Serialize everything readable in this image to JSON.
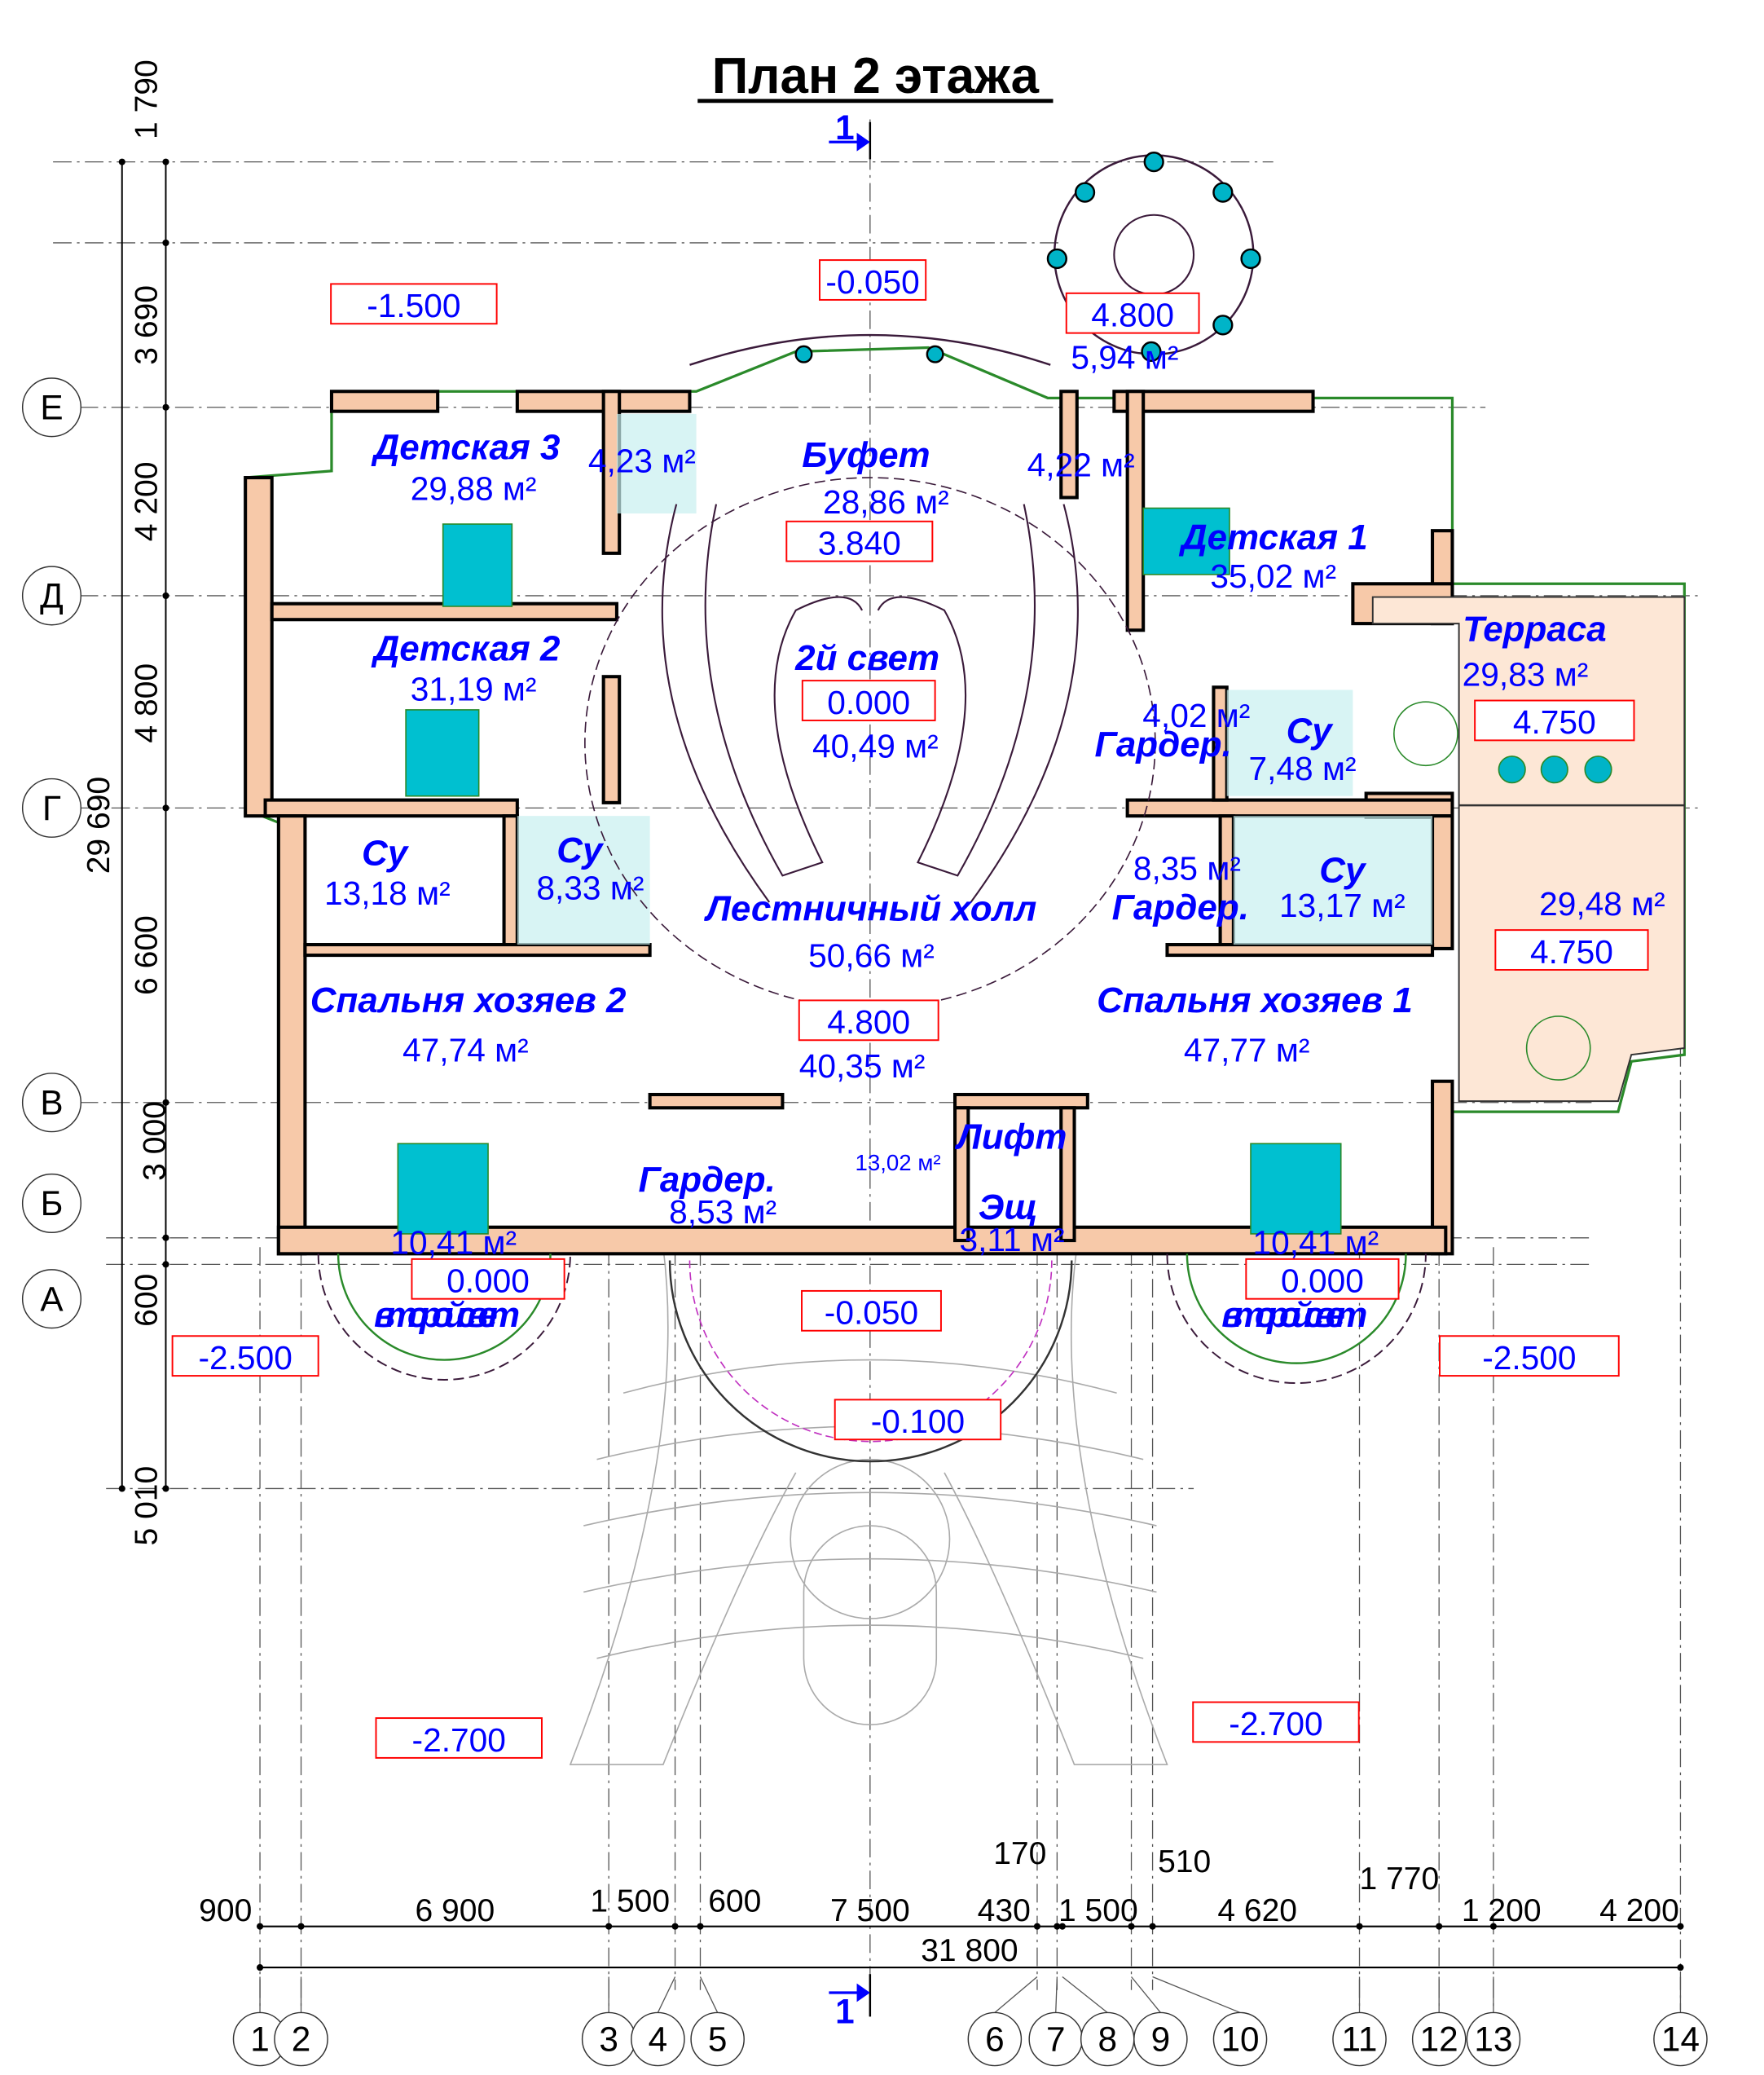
{
  "title": "План 2 этажа",
  "section_mark": "1",
  "axes_letters": [
    "Е",
    "Д",
    "Г",
    "В",
    "Б",
    "А"
  ],
  "axes_numbers": [
    "1",
    "2",
    "3",
    "4",
    "5",
    "6",
    "7",
    "8",
    "9",
    "10",
    "11",
    "12",
    "13",
    "14"
  ],
  "dims_bottom": [
    "900",
    "6 900",
    "1 500",
    "600",
    "7 500",
    "430",
    "170",
    "1 500",
    "510",
    "4 620",
    "1 770",
    "1 200",
    "4 200"
  ],
  "dim_total_bottom": "31 800",
  "dims_left": [
    "1 790",
    "3 690",
    "4 200",
    "4 800",
    "6 600",
    "3 000",
    "600",
    "5 010"
  ],
  "dim_total_left": "29 690",
  "rooms": [
    {
      "name": "Детская 3",
      "area": "29,88 м²"
    },
    {
      "name": "",
      "area": "4,23 м²"
    },
    {
      "name": "Буфет",
      "area": "28,86 м²"
    },
    {
      "name": "",
      "area": "4,22 м²"
    },
    {
      "name": "",
      "area": "5,94 м²"
    },
    {
      "name": "Детская 1",
      "area": "35,02 м²"
    },
    {
      "name": "Терраса",
      "area": "29,83 м²"
    },
    {
      "name": "Детская 2",
      "area": "31,19 м²"
    },
    {
      "name": "2й свет",
      "area": "40,49 м²"
    },
    {
      "name": "Гардер.",
      "area": "4,02 м²"
    },
    {
      "name": "Су",
      "area": "7,48 м²"
    },
    {
      "name": "Су",
      "area": "13,18 м²"
    },
    {
      "name": "Су",
      "area": "8,33 м²"
    },
    {
      "name": "Лестничный холл",
      "area": "50,66 м²"
    },
    {
      "name": "Гардер.",
      "area": "8,35 м²"
    },
    {
      "name": "Су",
      "area": "13,17 м²"
    },
    {
      "name": "",
      "area": "29,48 м²"
    },
    {
      "name": "Спальня хозяев 2",
      "area": "47,74 м²"
    },
    {
      "name": "Спальня хозяев 1",
      "area": "47,77 м²"
    },
    {
      "name": "",
      "area": "40,35 м²"
    },
    {
      "name": "Лифт",
      "area": ""
    },
    {
      "name": "",
      "area": "13,02 м²"
    },
    {
      "name": "Гардер.",
      "area": "8,53 м²"
    },
    {
      "name": "Эщ",
      "area": "3,11 м²"
    },
    {
      "name": "второй свет",
      "area": "10,41 м²"
    },
    {
      "name": "второй свет",
      "area": "10,41 м²"
    }
  ],
  "levels": [
    "-1.500",
    "-0.050",
    "4.800",
    "3.840",
    "0.000",
    "4.750",
    "4.750",
    "4.800",
    "0.000",
    "0.000",
    "-0.050",
    "-2.500",
    "-2.500",
    "-0.100",
    "-2.700",
    "-2.700"
  ],
  "colors": {
    "text": "#0000ff",
    "wall": "#f7c9a9",
    "level_box": "#ff0000",
    "furniture": "#2a8a2a",
    "column": "#00b4c8"
  }
}
